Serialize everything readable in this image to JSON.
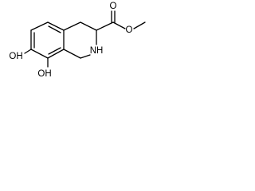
{
  "labels": {
    "oh_top": "OH",
    "oh_bottom": "OH",
    "nh": "NH",
    "carbonyl_o": "O",
    "ester_o": "O"
  }
}
